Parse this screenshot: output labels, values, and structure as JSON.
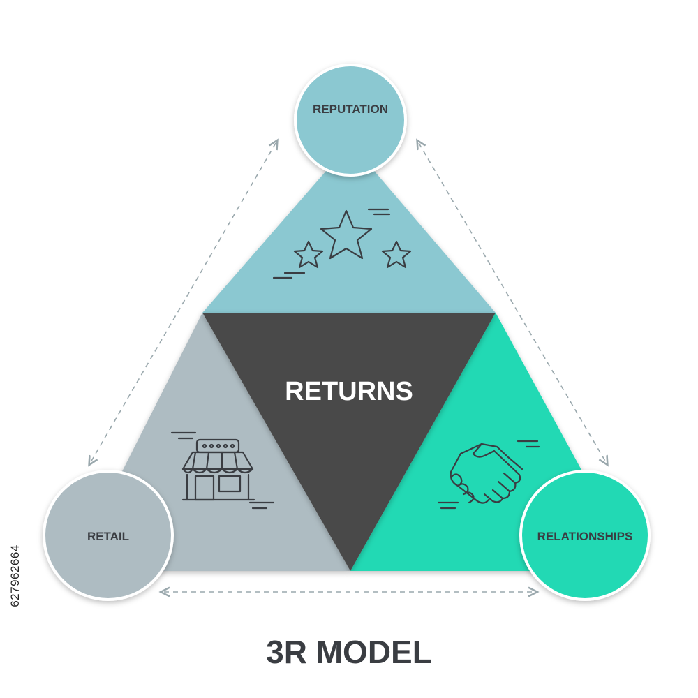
{
  "title": "3R MODEL",
  "center": {
    "label": "RETURNS"
  },
  "nodes": {
    "reputation": {
      "label": "REPUTATION",
      "icon": "stars-icon"
    },
    "retail": {
      "label": "RETAIL",
      "icon": "storefront-icon"
    },
    "relationships": {
      "label": "RELATIONSHIPS",
      "icon": "handshake-icon"
    }
  },
  "side_text": "627962664",
  "colors": {
    "reputation": "#8bc8d1",
    "retail": "#aebcc2",
    "relationships": "#20d9b4",
    "center": "#4a4a48",
    "text_dark": "#3a3d42",
    "text_light": "#ffffff"
  }
}
